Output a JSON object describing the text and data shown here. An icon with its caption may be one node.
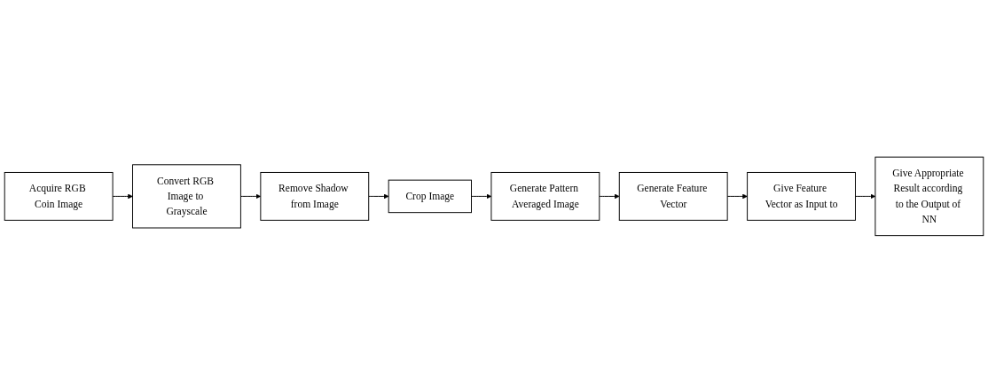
{
  "diagram": {
    "nodes": [
      {
        "text": [
          "Acquire RGB Coin Image"
        ]
      },
      {
        "text": [
          "Convert RGB Image to Grayscale"
        ]
      },
      {
        "text": [
          "Remove Shadow from Image"
        ]
      },
      {
        "text": [
          "Crop Image"
        ]
      },
      {
        "text": [
          "Generate Pattern Averaged Image"
        ]
      },
      {
        "text": [
          "Generate Feature Vector"
        ]
      },
      {
        "text": [
          "Give Feature Vector as Input to"
        ]
      },
      {
        "text": [
          "Give Appropriate Result according to the Output of NN"
        ]
      }
    ],
    "edges": [
      {
        "from": 0,
        "to": 1,
        "arrow": "to"
      },
      {
        "from": 1,
        "to": 2,
        "arrow": "to"
      },
      {
        "from": 2,
        "to": 3,
        "arrow": "to"
      },
      {
        "from": 3,
        "to": 4,
        "arrow": "to"
      },
      {
        "from": 4,
        "to": 5,
        "arrow": "to"
      },
      {
        "from": 5,
        "to": 6,
        "arrow": "to"
      },
      {
        "from": 6,
        "to": 7,
        "arrow": "to"
      }
    ]
  }
}
